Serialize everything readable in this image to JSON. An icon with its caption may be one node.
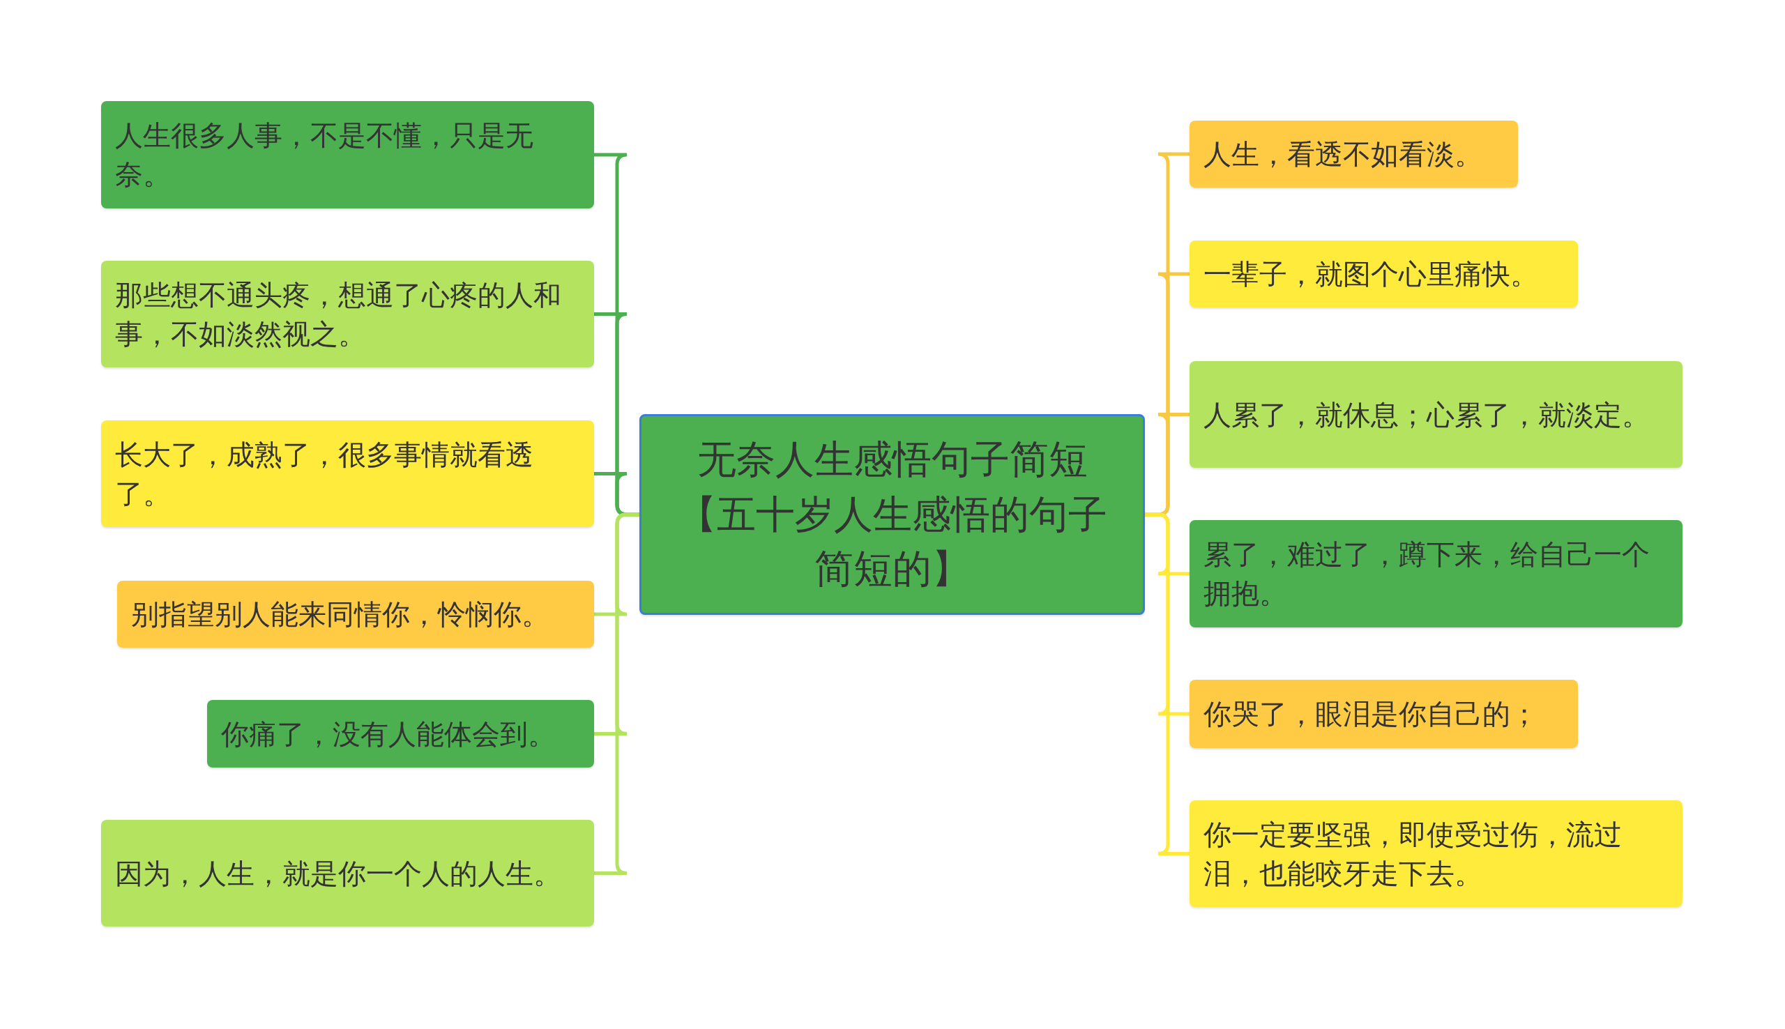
{
  "diagram": {
    "nodes": [
      {
        "text": [
          "人生很多人事，不是不懂，只是无奈。"
        ]
      },
      {
        "text": [
          "那些想不通头疼，想通了心疼的人和事，不如淡然视之。"
        ]
      },
      {
        "text": [
          "长大了，成熟了，很多事情就看透了。"
        ]
      },
      {
        "text": [
          "别指望别人能来同情你，怜悯你。"
        ]
      },
      {
        "text": [
          "你痛了，没有人能体会到。"
        ]
      },
      {
        "text": [
          "因为，人生，就是你一个人的人生。"
        ]
      },
      {
        "text": [
          "无奈人生感悟句子简短【五十岁人生感悟的句子简短的】"
        ]
      },
      {
        "text": [
          "人生，看透不如看淡。"
        ]
      },
      {
        "text": [
          "一辈子，就图个心里痛快。"
        ]
      },
      {
        "text": [
          "人累了，就休息；心累了，就淡定。"
        ]
      },
      {
        "text": [
          "累了，难过了，蹲下来，给自己一个拥抱。"
        ]
      },
      {
        "text": [
          "你哭了，眼泪是你自己的；"
        ]
      },
      {
        "text": [
          "你一定要坚强，即使受过伤，流过泪，也能咬牙走下去。"
        ]
      }
    ],
    "edges": [
      {
        "from": 6,
        "to": 0,
        "arrow": "none",
        "color": "#4caf50"
      },
      {
        "from": 6,
        "to": 1,
        "arrow": "none",
        "color": "#4caf50"
      },
      {
        "from": 6,
        "to": 2,
        "arrow": "none",
        "color": "#4caf50"
      },
      {
        "from": 6,
        "to": 3,
        "arrow": "none",
        "color": "#b4e35f"
      },
      {
        "from": 6,
        "to": 4,
        "arrow": "none",
        "color": "#b4e35f"
      },
      {
        "from": 6,
        "to": 5,
        "arrow": "none",
        "color": "#b4e35f"
      },
      {
        "from": 6,
        "to": 7,
        "arrow": "none",
        "color": "#f7c843"
      },
      {
        "from": 6,
        "to": 8,
        "arrow": "none",
        "color": "#f7c843"
      },
      {
        "from": 6,
        "to": 9,
        "arrow": "none",
        "color": "#f7c843"
      },
      {
        "from": 6,
        "to": 10,
        "arrow": "none",
        "color": "#ffe93b"
      },
      {
        "from": 6,
        "to": 11,
        "arrow": "none",
        "color": "#ffe93b"
      },
      {
        "from": 6,
        "to": 12,
        "arrow": "none",
        "color": "#ffe93b"
      }
    ]
  }
}
